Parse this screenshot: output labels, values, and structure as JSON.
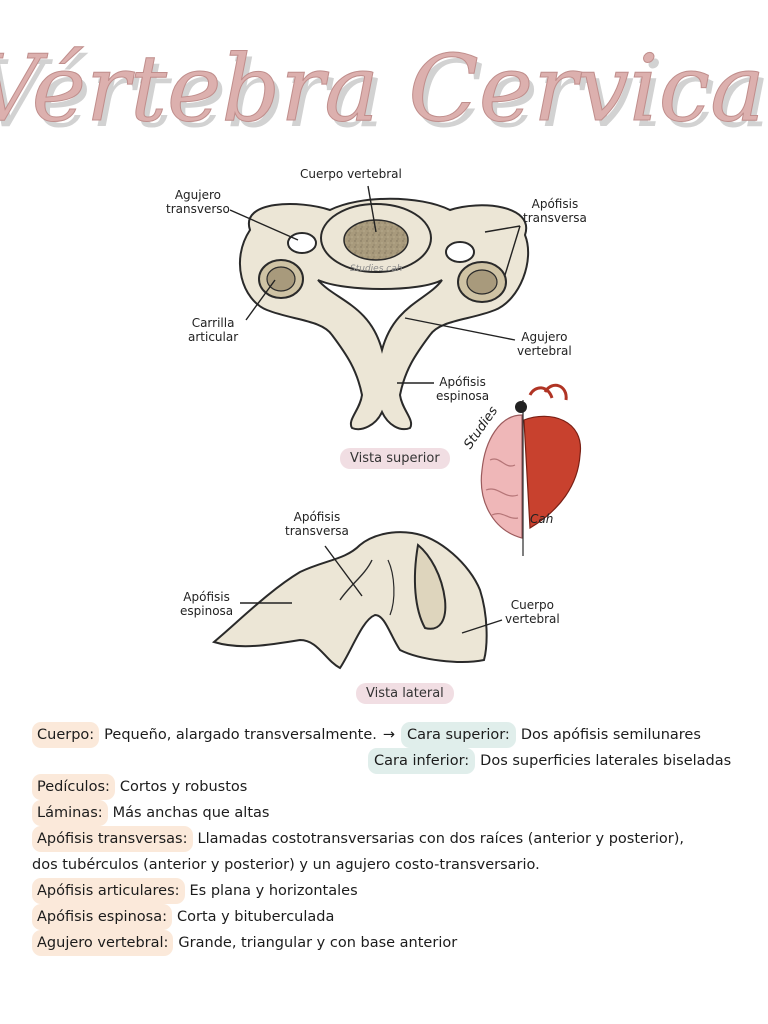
{
  "title": "Vértebra Cervical",
  "superior_view": {
    "caption": "Vista superior",
    "labels": {
      "cuerpo_vertebral": "Cuerpo vertebral",
      "agujero_transverso": "Agujero\ntransverso",
      "apofisis_transversa": "Apófisis\ntransversa",
      "carilla_articular": "Carrilla\narticular",
      "agujero_vertebral": "Agujero\nvertebral",
      "apofisis_espinosa": "Apófisis\nespinosa"
    },
    "watermark": "Studies cah"
  },
  "lateral_view": {
    "caption": "Vista lateral",
    "labels": {
      "apofisis_transversa": "Apófisis\ntransversa",
      "apofisis_espinosa": "Apófisis\nespinosa",
      "cuerpo_vertebral": "Cuerpo\nvertebral"
    }
  },
  "logo": {
    "text_top": "Studies",
    "text_bottom": "Cah"
  },
  "notes": {
    "cuerpo_label": "Cuerpo:",
    "cuerpo_text": "Pequeño, alargado transversalmente.",
    "arrow": "→",
    "cara_superior_label": "Cara superior:",
    "cara_superior_text": "Dos apófisis semilunares",
    "cara_inferior_label": "Cara inferior:",
    "cara_inferior_text": "Dos superficies laterales biseladas",
    "pediculos_label": "Pedículos:",
    "pediculos_text": "Cortos y robustos",
    "laminas_label": "Láminas:",
    "laminas_text": "Más anchas que altas",
    "transversas_label": "Apófisis transversas:",
    "transversas_text_1": "Llamadas costotransversarias con dos raíces (anterior y posterior),",
    "transversas_text_2": "dos tubérculos (anterior y posterior) y un agujero costo-transversario.",
    "articulares_label": "Apófisis articulares:",
    "articulares_text": "Es plana y horizontales",
    "espinosa_label": "Apófisis espinosa:",
    "espinosa_text": "Corta y bituberculada",
    "agujero_label": "Agujero vertebral:",
    "agujero_text": "Grande, triangular y con base anterior"
  },
  "colors": {
    "title_fill": "#dcb0ae",
    "bone": "#ece6d6",
    "bone_outline": "#2a2a2a",
    "body_texture": "#a89a7c",
    "pill_pink": "#f1dee3",
    "highlight_peach": "#fbe9da",
    "highlight_teal": "#e0eeeb",
    "heart_red": "#c8412e",
    "brain_pink": "#efb7b8"
  }
}
